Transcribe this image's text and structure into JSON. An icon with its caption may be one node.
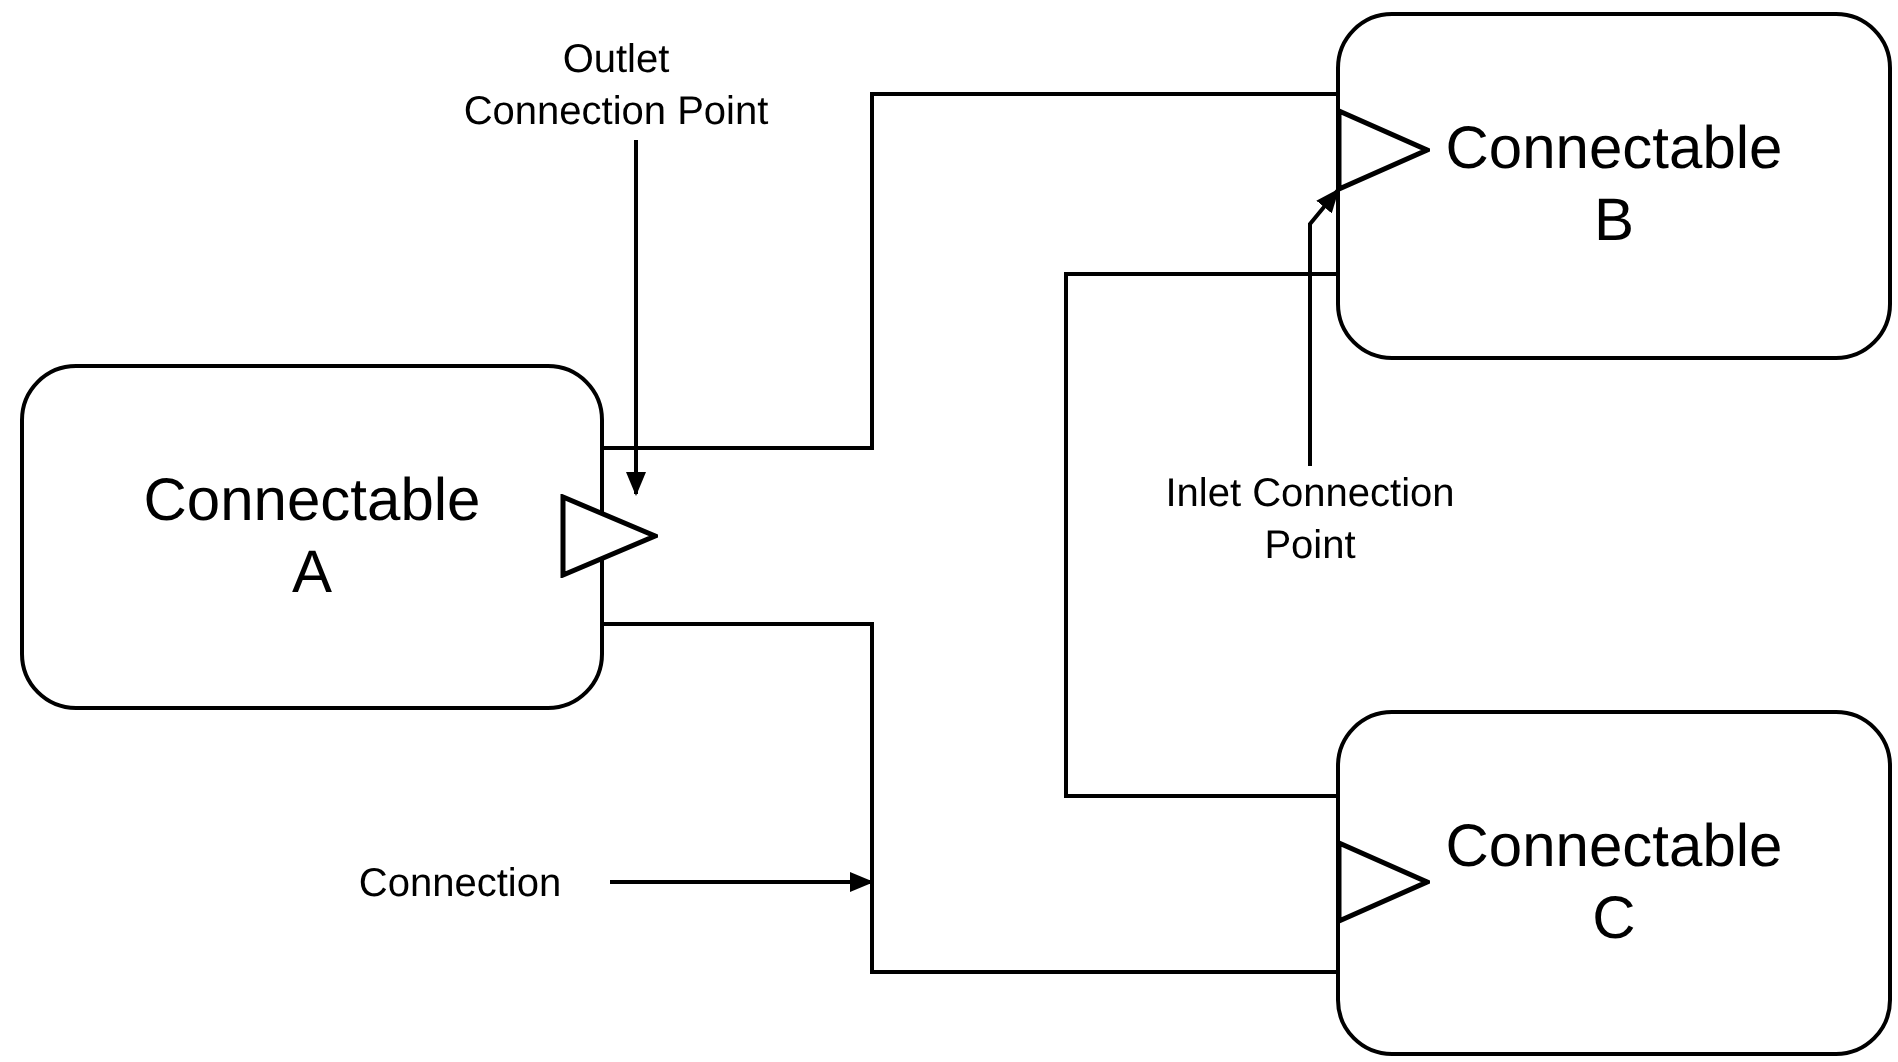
{
  "diagram": {
    "nodes": [
      {
        "text": [
          "Connectable A"
        ]
      },
      {
        "text": [
          "Connectable B"
        ]
      },
      {
        "text": [
          "Connectable C"
        ]
      },
      {
        "text": [],
        "shape": "triangle"
      },
      {
        "text": [],
        "shape": "triangle",
        "in": 1
      },
      {
        "text": [],
        "shape": "triangle",
        "in": 2
      },
      {
        "text": [
          "Outlet Connection Point"
        ]
      },
      {
        "text": [
          "Inlet Connection Point"
        ]
      },
      {
        "text": [
          "Connection"
        ]
      }
    ],
    "edges": [
      {
        "from": 0,
        "to": 1,
        "arrow": "none"
      },
      {
        "from": 0,
        "to": 2,
        "arrow": "none"
      },
      {
        "from": 2,
        "to": 1,
        "arrow": "none"
      },
      {
        "from": 6,
        "to": 3,
        "arrow": "to"
      },
      {
        "from": 7,
        "to": 4,
        "arrow": "to"
      },
      {
        "from": 8,
        "to": null,
        "arrow": "to"
      }
    ]
  }
}
